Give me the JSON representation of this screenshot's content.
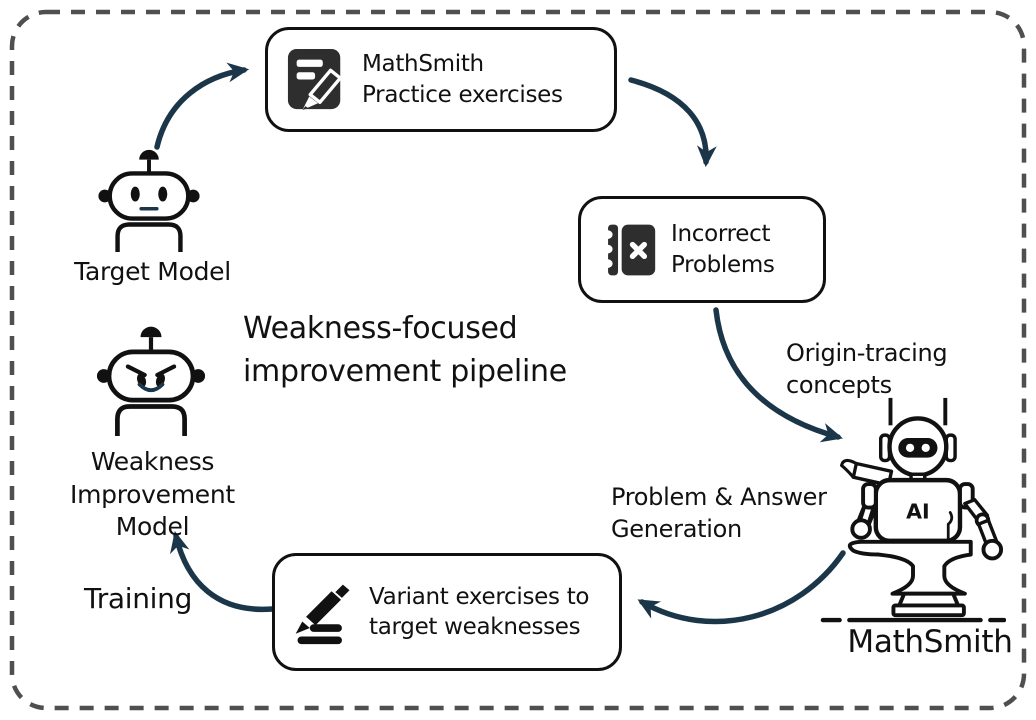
{
  "figure": {
    "title": "Weakness-focused\nimprovement pipeline"
  },
  "boxes": {
    "practice": {
      "label": "MathSmith\nPractice exercises",
      "icon": "document-pencil-icon"
    },
    "incorrect": {
      "label": "Incorrect\nProblems",
      "icon": "notebook-x-icon"
    },
    "variant": {
      "label": "Variant exercises to\ntarget weaknesses",
      "icon": "pencil-writing-icon"
    }
  },
  "actors": {
    "target_model": {
      "label": "Target Model"
    },
    "weakness_model": {
      "label": "Weakness\nImprovement Model"
    },
    "mathsmith": {
      "label": "MathSmith",
      "chest_label": "AI"
    }
  },
  "edge_labels": {
    "origin_tracing": "Origin-tracing\nconcepts",
    "problem_answer": "Problem & Answer\nGeneration",
    "training": "Training"
  },
  "colors": {
    "arrow": "#1b3648",
    "ink": "#111111",
    "icon_fill": "#2e2e2e",
    "frame_dash": "#4f4f4f",
    "background": "#ffffff"
  }
}
